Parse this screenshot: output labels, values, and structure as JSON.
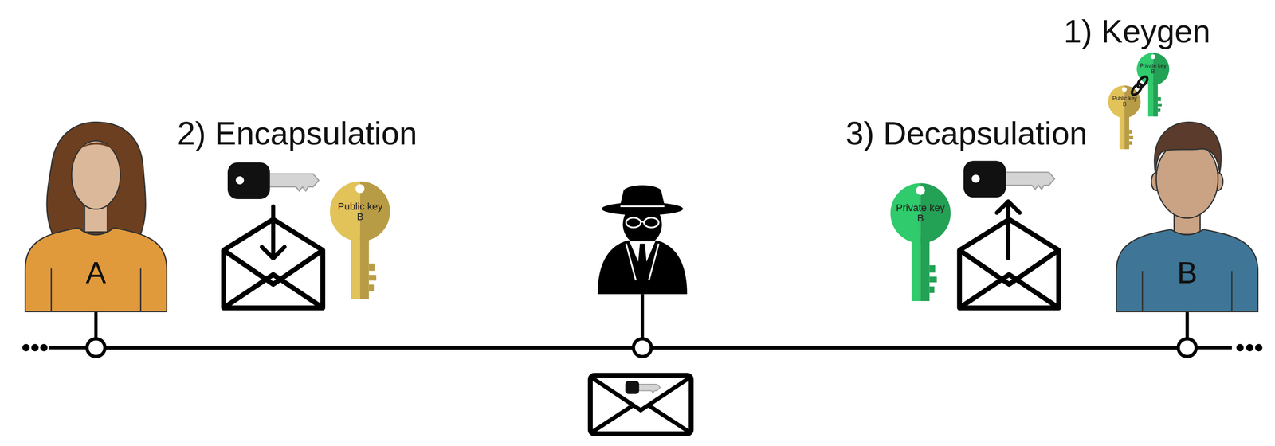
{
  "diagram": {
    "nodes": [
      {
        "text": [
          "A"
        ]
      },
      {
        "text": [
          "Public key B"
        ]
      },
      {
        "text": [
          "Private key B"
        ]
      },
      {
        "text": [
          "Private key B"
        ]
      },
      {
        "text": [
          "Public key B"
        ]
      },
      {
        "text": [
          "B"
        ]
      }
    ],
    "edges": [
      {
        "from": 0,
        "to": 5,
        "arrow": "none"
      }
    ],
    "labels": [
      "2) Encapsulation",
      "3) Decapsulation",
      "1) Keygen"
    ]
  }
}
